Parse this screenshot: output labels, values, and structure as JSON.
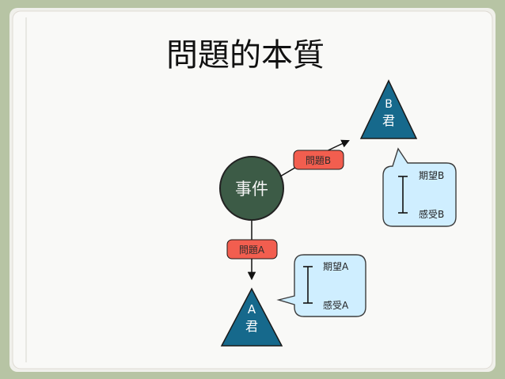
{
  "page": {
    "title": "問題的本質"
  },
  "diagram": {
    "event_label": "事件",
    "person_b_label_line1": "B",
    "person_b_label_line2": "君",
    "person_a_label_line1": "A",
    "person_a_label_line2": "君",
    "problem_b_label": "問題B",
    "problem_a_label": "問題A",
    "expectation_b_label": "期望B",
    "feeling_b_label": "感受B",
    "expectation_a_label": "期望A",
    "feeling_a_label": "感受A"
  },
  "colors": {
    "paper_border": "#b7c4a4",
    "paper_bg": "#f9f9f7",
    "event_fill": "#3c5b46",
    "triangle_fill": "#16698c",
    "problem_fill": "#f25e4f",
    "callout_fill": "#cfeeff",
    "callout_stroke": "#3d3d3d"
  }
}
